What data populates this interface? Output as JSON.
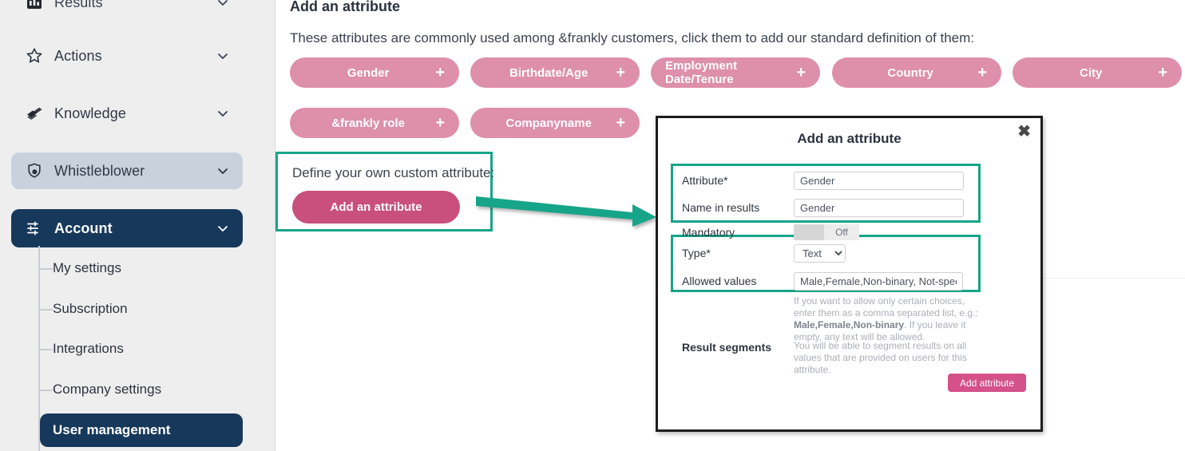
{
  "sidebar": {
    "items": [
      {
        "label": "Results",
        "icon": "results-icon",
        "state": "clipped"
      },
      {
        "label": "Actions",
        "icon": "star-icon",
        "state": "normal"
      },
      {
        "label": "Knowledge",
        "icon": "knowledge-icon",
        "state": "normal"
      },
      {
        "label": "Whistleblower",
        "icon": "shield-lock-icon",
        "state": "soft-selected"
      },
      {
        "label": "Account",
        "icon": "sliders-icon",
        "state": "selected"
      }
    ],
    "sub_items": [
      {
        "label": "My settings",
        "active": false
      },
      {
        "label": "Subscription",
        "active": false
      },
      {
        "label": "Integrations",
        "active": false
      },
      {
        "label": "Company settings",
        "active": false
      },
      {
        "label": "User management",
        "active": true
      }
    ]
  },
  "main": {
    "title": "Add an attribute",
    "intro": "These attributes are commonly used among &frankly customers, click them to add our standard definition of them:",
    "pills": [
      {
        "label": "Gender",
        "plus": "+"
      },
      {
        "label": "Birthdate/Age",
        "plus": "+"
      },
      {
        "label": "Employment Date/Tenure",
        "plus": "+"
      },
      {
        "label": "Country",
        "plus": "+"
      },
      {
        "label": "City",
        "plus": "+"
      },
      {
        "label": "&frankly role",
        "plus": "+"
      },
      {
        "label": "Companyname",
        "plus": "+"
      }
    ],
    "custom_box": {
      "label": "Define your own custom attribute:",
      "button": "Add an attribute"
    }
  },
  "modal": {
    "title": "Add an attribute",
    "close": "✖",
    "fields": {
      "attribute_label": "Attribute*",
      "attribute_value": "Gender",
      "name_in_results_label": "Name in results",
      "name_in_results_value": "Gender",
      "mandatory_label": "Mandatory",
      "mandatory_state": "Off",
      "type_label": "Type*",
      "type_value": "Text",
      "type_options": [
        "Text"
      ],
      "allowed_values_label": "Allowed values",
      "allowed_values_value": "Male,Female,Non-binary, Not-specified",
      "allowed_values_help_1": "If you want to allow only certain choices, enter them as a comma separated list, e.g.: ",
      "allowed_values_help_bold": "Male,Female,Non-binary",
      "allowed_values_help_2": ". If you leave it empty, any text will be allowed.",
      "result_segments_label": "Result segments",
      "result_segments_help": "You will be able to segment results on all values that are provided on users for this attribute."
    },
    "submit_label": "Add attribute"
  },
  "colors": {
    "pill_pink": "#de8fa9",
    "cta_pink": "#c94f7c",
    "submit_pink": "#d4518a",
    "navy": "#16385b",
    "soft_navy": "#c9d2dc",
    "highlight_green": "#17a589",
    "sidebar_bg": "#eeeeee"
  }
}
